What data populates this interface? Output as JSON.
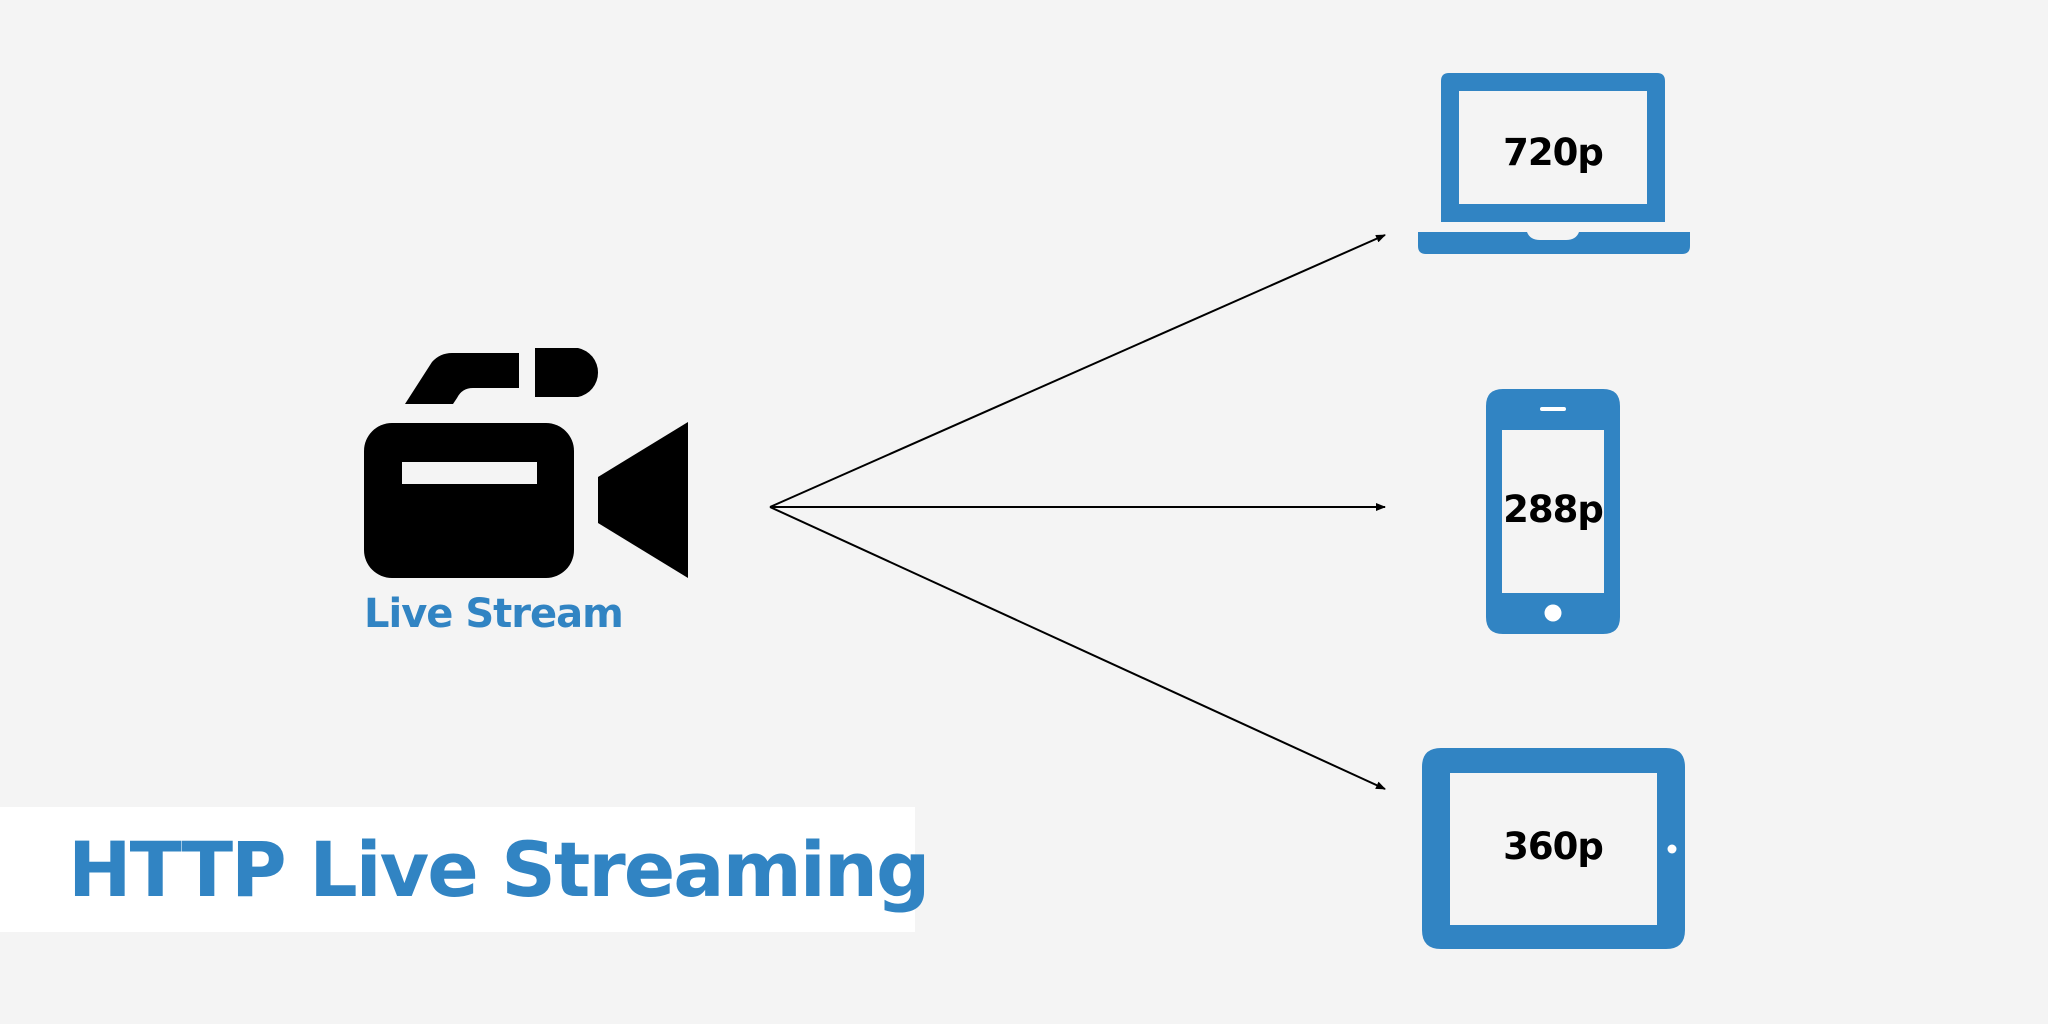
{
  "title": "HTTP Live Streaming",
  "source": {
    "label": "Live Stream",
    "icon": "video-camera-icon"
  },
  "outputs": [
    {
      "device": "laptop",
      "icon": "laptop-icon",
      "resolution": "720p"
    },
    {
      "device": "phone",
      "icon": "smartphone-icon",
      "resolution": "288p"
    },
    {
      "device": "tablet",
      "icon": "tablet-icon",
      "resolution": "360p"
    }
  ],
  "colors": {
    "background": "#f4f4f4",
    "accent": "#3184c3",
    "camera": "#000000",
    "label_text": "#000000",
    "banner": "#ffffff"
  }
}
